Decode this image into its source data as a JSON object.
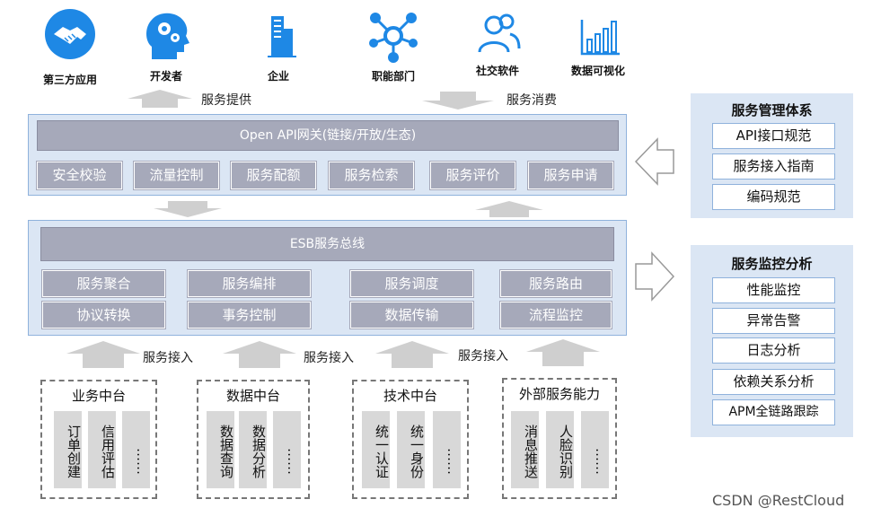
{
  "top_icons": [
    {
      "label": "第三方应用",
      "icon": "handshake-icon"
    },
    {
      "label": "开发者",
      "icon": "developer-head-gears-icon"
    },
    {
      "label": "企业",
      "icon": "building-icon"
    },
    {
      "label": "职能部门",
      "icon": "network-nodes-icon"
    },
    {
      "label": "社交软件",
      "icon": "people-icon"
    },
    {
      "label": "数据可视化",
      "icon": "bar-chart-icon"
    }
  ],
  "flow_labels": {
    "service_provide": "服务提供",
    "service_consume": "服务消费",
    "service_access_1": "服务接入",
    "service_access_2": "服务接入",
    "service_access_3": "服务接入"
  },
  "gateway": {
    "title": "Open API网关(链接/开放/生态)",
    "items": [
      "安全校验",
      "流量控制",
      "服务配额",
      "服务检索",
      "服务评价",
      "服务申请"
    ]
  },
  "esb": {
    "title": "ESB服务总线",
    "row1": [
      "服务聚合",
      "服务编排",
      "服务调度",
      "服务路由"
    ],
    "row2": [
      "协议转换",
      "事务控制",
      "数据传输",
      "流程监控"
    ]
  },
  "management": {
    "title": "服务管理体系",
    "items": [
      "API接口规范",
      "服务接入指南",
      "编码规范"
    ]
  },
  "monitoring": {
    "title": "服务监控分析",
    "items": [
      "性能监控",
      "异常告警",
      "日志分析",
      "依赖关系分析",
      "APM全链路跟踪"
    ]
  },
  "platforms": [
    {
      "title": "业务中台",
      "cells": [
        "订单创建",
        "信用评估",
        "……"
      ]
    },
    {
      "title": "数据中台",
      "cells": [
        "数据查询",
        "数据分析",
        "……"
      ]
    },
    {
      "title": "技术中台",
      "cells": [
        "统一认证",
        "统一身份",
        "……"
      ]
    },
    {
      "title": "外部服务能力",
      "cells": [
        "消息推送",
        "人脸识别",
        "……"
      ]
    }
  ],
  "watermark": "CSDN @RestCloud",
  "colors": {
    "panel_bg": "#dbe6f4",
    "panel_border": "#8fb2dc",
    "cell_bg": "#a6a9ba",
    "arrow_gray": "#cfcfcf",
    "icon_blue": "#1e88e5"
  }
}
